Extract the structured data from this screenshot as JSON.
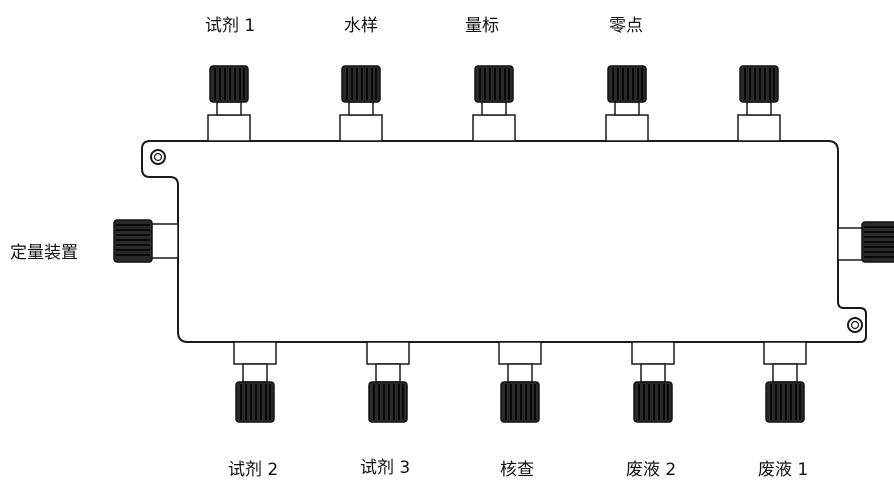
{
  "labels": {
    "top": [
      "试剂 1",
      "水样",
      "量标",
      "零点"
    ],
    "left": "定量装置",
    "bottom": [
      "试剂 2",
      "试剂 3",
      "核查",
      "废液 2",
      "废液 1"
    ]
  },
  "colors": {
    "outline": "#1a1a1a",
    "knob_fill": "#2a2a2a",
    "knob_ridge": "#0a0a0a",
    "background": "#ffffff"
  }
}
